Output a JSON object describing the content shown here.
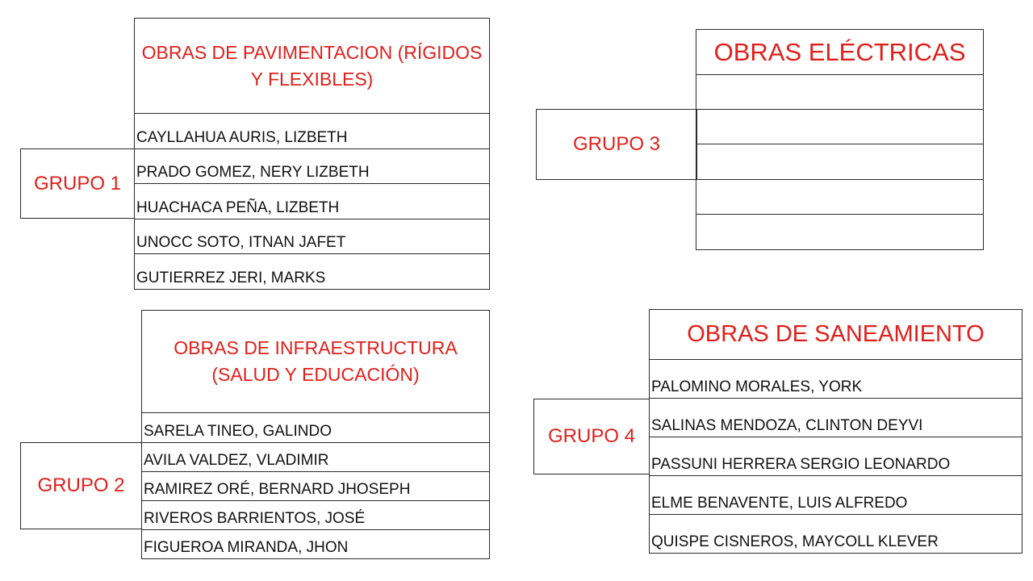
{
  "colors": {
    "accent": "#e0201b",
    "text": "#111111",
    "border": "#2a2a2a"
  },
  "group1": {
    "label": "GRUPO 1",
    "header": "OBRAS DE PAVIMENTACION (RÍGIDOS Y FLEXIBLES)",
    "members": [
      "CAYLLAHUA AURIS, LIZBETH",
      "PRADO GOMEZ, NERY LIZBETH",
      "HUACHACA PEÑA, LIZBETH",
      "UNOCC SOTO, ITNAN JAFET",
      "GUTIERREZ JERI, MARKS"
    ]
  },
  "group2": {
    "label": "GRUPO 2",
    "header": "OBRAS DE INFRAESTRUCTURA (SALUD Y EDUCACIÓN)",
    "members": [
      "SARELA TINEO, GALINDO",
      "AVILA VALDEZ, VLADIMIR",
      "RAMIREZ ORÉ, BERNARD JHOSEPH",
      "RIVEROS BARRIENTOS, JOSÉ",
      "FIGUEROA MIRANDA, JHON"
    ]
  },
  "group3": {
    "label": "GRUPO 3",
    "header": "OBRAS ELÉCTRICAS",
    "members": [
      "",
      "",
      "",
      "",
      ""
    ]
  },
  "group4": {
    "label": "GRUPO 4",
    "header": "OBRAS DE SANEAMIENTO",
    "members": [
      "PALOMINO MORALES, YORK",
      "SALINAS MENDOZA, CLINTON DEYVI",
      "PASSUNI HERRERA SERGIO LEONARDO",
      "ELME BENAVENTE, LUIS ALFREDO",
      "QUISPE CISNEROS, MAYCOLL KLEVER"
    ]
  }
}
